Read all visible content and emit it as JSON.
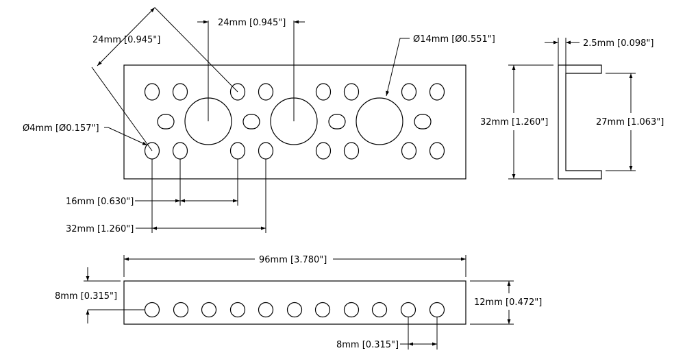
{
  "labels": {
    "diag1": "24mm [0.945\"]",
    "horiz24": "24mm [0.945\"]",
    "dia14": "Ø14mm [Ø0.551\"]",
    "dia4": "Ø4mm [Ø0.157\"]",
    "d16": "16mm [0.630\"]",
    "d32": "32mm [1.260\"]",
    "side_thk": "2.5mm [0.098\"]",
    "side_h": "32mm [1.260\"]",
    "side_inner": "27mm [1.063\"]",
    "length": "96mm [3.780\"]",
    "bot_8v": "8mm [0.315\"]",
    "bot_12": "12mm [0.472\"]",
    "bot_8h": "8mm [0.315\"]"
  },
  "colors": {
    "line": "#000000",
    "background": "#ffffff"
  }
}
